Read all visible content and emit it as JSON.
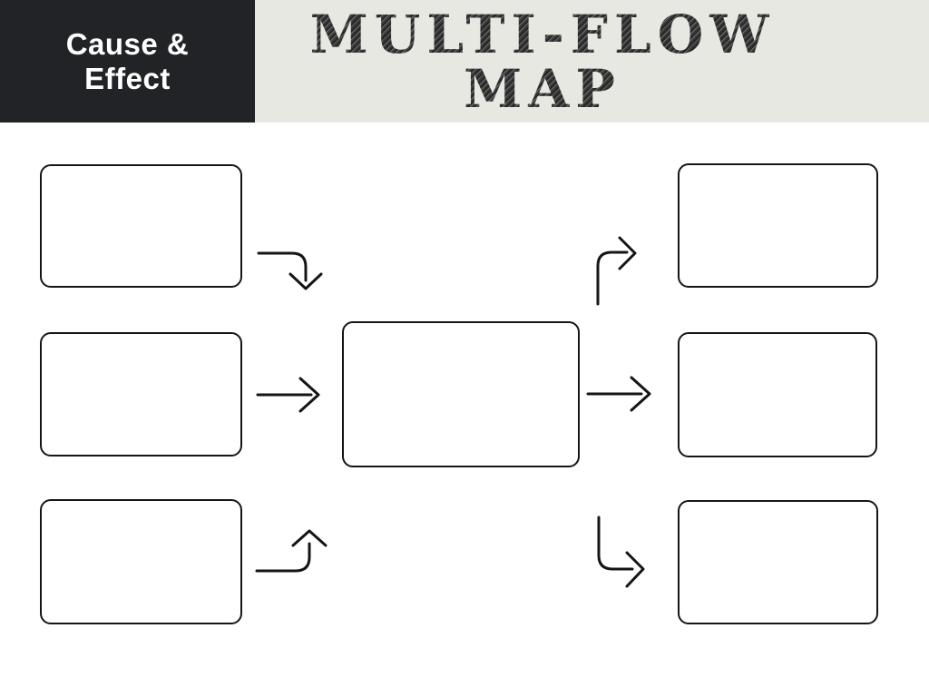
{
  "header": {
    "badge": {
      "line1": "Cause &",
      "line2": "Effect"
    },
    "title": {
      "line1": "MULTI-FLOW",
      "line2": "MAP"
    }
  },
  "colors": {
    "badge_bg": "#212326",
    "banner_bg": "#e7e8e1",
    "title_ink": "#3d3d3d",
    "line_ink": "#151515",
    "canvas_bg": "#ffffff",
    "box_fill": "#ffffff"
  },
  "diagram": {
    "type": "multi-flow-map",
    "boxes": [
      {
        "id": "cause-1",
        "role": "cause",
        "text": ""
      },
      {
        "id": "cause-2",
        "role": "cause",
        "text": ""
      },
      {
        "id": "cause-3",
        "role": "cause",
        "text": ""
      },
      {
        "id": "event",
        "role": "event",
        "text": ""
      },
      {
        "id": "effect-1",
        "role": "effect",
        "text": ""
      },
      {
        "id": "effect-2",
        "role": "effect",
        "text": ""
      },
      {
        "id": "effect-3",
        "role": "effect",
        "text": ""
      }
    ],
    "arrows": [
      {
        "from": "cause-1",
        "to": "event"
      },
      {
        "from": "cause-2",
        "to": "event"
      },
      {
        "from": "cause-3",
        "to": "event"
      },
      {
        "from": "event",
        "to": "effect-1"
      },
      {
        "from": "event",
        "to": "effect-2"
      },
      {
        "from": "event",
        "to": "effect-3"
      }
    ]
  }
}
